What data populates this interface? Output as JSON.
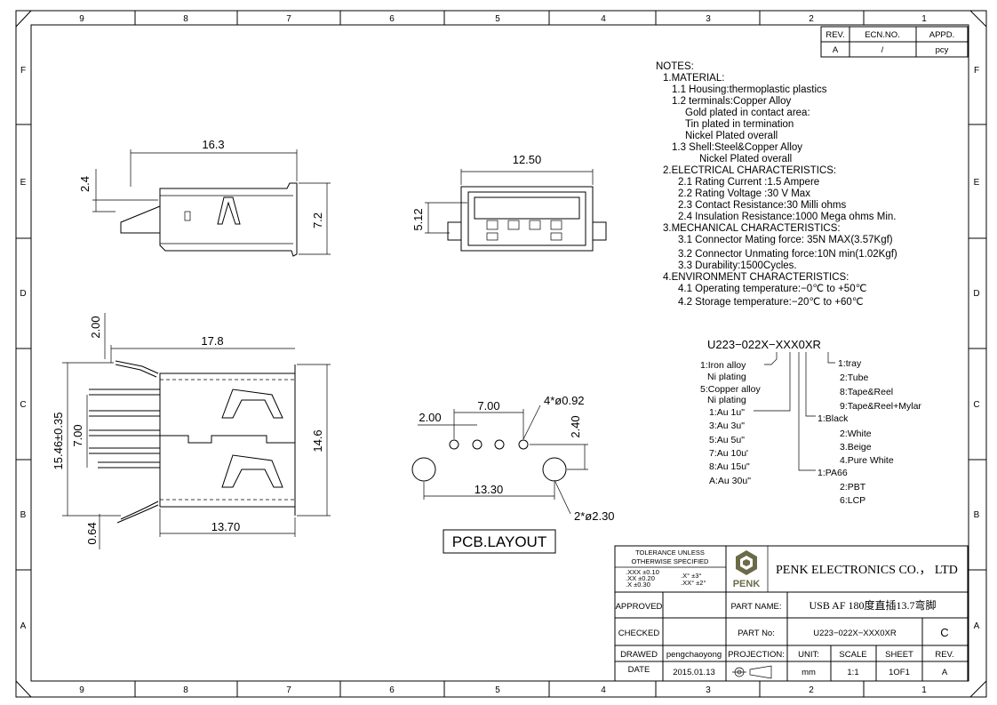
{
  "grid": {
    "columns": [
      "9",
      "8",
      "7",
      "6",
      "5",
      "4",
      "3",
      "2",
      "1"
    ],
    "rows": [
      "F",
      "E",
      "D",
      "C",
      "B",
      "A"
    ]
  },
  "revision_table": {
    "headers": [
      "REV.",
      "ECN.NO.",
      "APPD."
    ],
    "values": [
      "A",
      "/",
      "pcy"
    ]
  },
  "notes": {
    "lines": [
      "NOTES:",
      "1.MATERIAL:",
      "1.1  Housing:thermoplastic  plastics",
      "1.2  terminals:Copper  Alloy",
      "Gold  plated  in  contact  area:",
      "Tin  plated  in  termination",
      "Nickel  Plated  overall",
      "1.3  Shell:Steel&Copper  Alloy",
      "Nickel  Plated  overall",
      "2.ELECTRICAL  CHARACTERISTICS:",
      "2.1  Rating  Current  :1.5  Ampere",
      "2.2  Rating  Voltage  :30  V  Max",
      "2.3  Contact  Resistance:30  Milli  ohms",
      "2.4  Insulation  Resistance:1000  Mega  ohms  Min.",
      "3.MECHANICAL  CHARACTERISTICS:",
      "3.1  Connector  Mating  force: 35N  MAX(3.57Kgf)",
      "3.2  Connector  Unmating  force:10N  min(1.02Kgf)",
      "3.3  Durability:1500Cycles.",
      "4.ENVIRONMENT  CHARACTERISTICS:",
      "4.1  Operating  temperature:−0℃  to  +50℃",
      "4.2  Storage  temperature:−20℃  to  +60℃"
    ]
  },
  "part_code": {
    "code": "U223−022X−XXX0XR",
    "material_options": [
      "1:Iron  alloy",
      "Ni  plating",
      "5:Copper  alloy",
      "Ni  plating"
    ],
    "plating_options": [
      "1:Au  1u\"",
      "3:Au  3u\"",
      "5:Au  5u\"",
      "7:Au  10u'",
      "8:Au  15u\"",
      "A:Au  30u\""
    ],
    "packing_options": [
      "1:tray",
      "2:Tube",
      "8:Tape&Reel",
      "9:Tape&Reel+Mylar"
    ],
    "color_options": [
      "1:Black",
      "2:White",
      "3.Beige",
      "4.Pure  White"
    ],
    "housing_material_options": [
      "1:PA66",
      "2:PBT",
      "6:LCP"
    ]
  },
  "dimensions": {
    "side_top_width": "16.3",
    "side_top_tab": "2.4",
    "side_top_height": "7.2",
    "front_width": "12.50",
    "front_height": "5.12",
    "side_length": "17.8",
    "side_tab": "2.00",
    "side_overall_height": "15.46±0.35",
    "side_pin_pitch": "7.00",
    "side_body_height": "14.6",
    "side_bottom_width": "13.70",
    "side_pin_offset": "0.64",
    "pcb_hole_note": "4*ø0.92",
    "pcb_pitch_small": "2.00",
    "pcb_pitch_span": "7.00",
    "pcb_offset": "2.40",
    "pcb_peg_span": "13.30",
    "pcb_peg_note": "2*ø2.30",
    "pcb_label": "PCB.LAYOUT"
  },
  "title_block": {
    "tolerance_title": [
      "TOLERANCE  UNLESS",
      "OTHERWISE  SPECIFIED"
    ],
    "tolerance_rows": [
      ".XXX  ±0.10",
      ".XX    ±0.20",
      ".X      ±0.30"
    ],
    "angle_rows": [
      ".X°    ±3°",
      ".XX°  ±2°"
    ],
    "logo_text": "PENK",
    "company": "PENK  ELECTRONICS  CO.，  LTD",
    "approved_label": "APPROVED",
    "checked_label": "CHECKED",
    "drawed_label": "DRAWED",
    "drawer": "pengchaoyong",
    "date_label": "DATE",
    "date": "2015.01.13",
    "part_name_label": "PART NAME:",
    "part_name": "USB  AF  180度直插13.7弯脚",
    "part_no_label": "PART  No:",
    "part_no": "U223−022X−XXX0XR",
    "part_rev": "C",
    "projection_label": "PROJECTION:",
    "unit_label": "UNIT:",
    "scale_label": "SCALE",
    "sheet_label": "SHEET",
    "rev_label": "REV.",
    "unit": "mm",
    "scale": "1:1",
    "sheet": "1OF1",
    "rev": "A"
  }
}
